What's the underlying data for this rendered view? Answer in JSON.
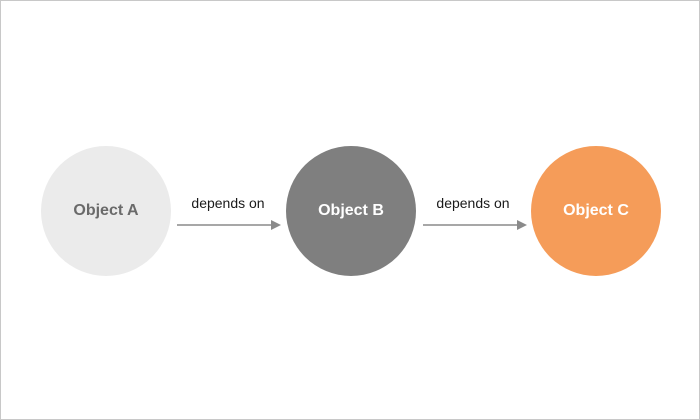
{
  "nodes": [
    {
      "label": "Object A",
      "color": "#ebebeb"
    },
    {
      "label": "Object B",
      "color": "#7f7f7f"
    },
    {
      "label": "Object C",
      "color": "#f59c59"
    }
  ],
  "edges": [
    {
      "from": "Object A",
      "to": "Object B",
      "label": "depends on"
    },
    {
      "from": "Object B",
      "to": "Object C",
      "label": "depends on"
    }
  ],
  "colors": {
    "arrow": "#8a8a8a",
    "border": "#c8c8c8"
  }
}
